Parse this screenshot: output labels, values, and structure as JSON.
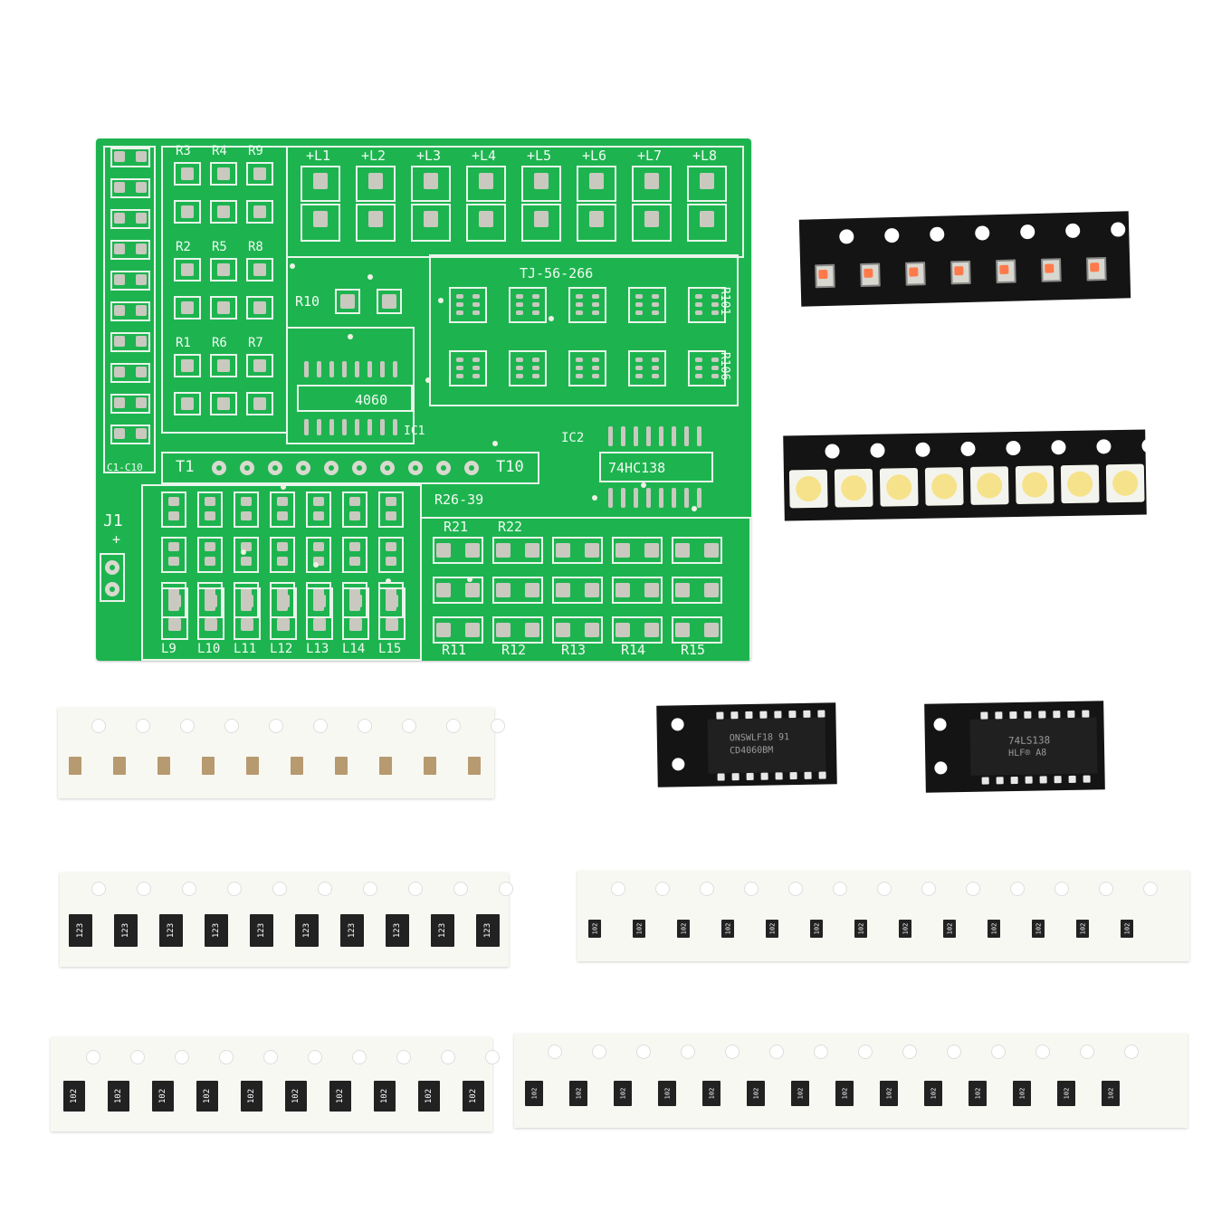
{
  "pcb": {
    "model": "TJ-56-266",
    "ic1_chip": "4060",
    "ic1_ref": "IC1",
    "ic2_ref": "IC2",
    "ic2_chip": "74HC138",
    "resistor_group": "R26-39",
    "r106": "R106",
    "r101": "R101",
    "cap_group": "C1-C10",
    "jumper": "J1",
    "plus": "+",
    "t_start": "T1",
    "t_end": "T10",
    "r10": "R10",
    "top_leds": [
      "+L1",
      "+L2",
      "+L3",
      "+L4",
      "+L5",
      "+L6",
      "+L7",
      "+L8"
    ],
    "left_resistors": [
      [
        "R3",
        "R4",
        "R9"
      ],
      [
        "R2",
        "R5",
        "R8"
      ],
      [
        "R1",
        "R6",
        "R7"
      ]
    ],
    "bottom_leds": [
      "L9",
      "L10",
      "L11",
      "L12",
      "L13",
      "L14",
      "L15"
    ],
    "bottom_resistors": [
      "R11",
      "R12",
      "R13",
      "R14",
      "R15"
    ],
    "mid_resistors": [
      "R21",
      "R22"
    ]
  },
  "parts": {
    "ic_cd4060_top": "ONSWLF18 91",
    "ic_cd4060_bottom": "CD4060BM",
    "ic_74ls138_top": "74LS138",
    "ic_74ls138_bottom": "HLF® A8",
    "resistor_123": "123",
    "resistor_102": "102"
  }
}
